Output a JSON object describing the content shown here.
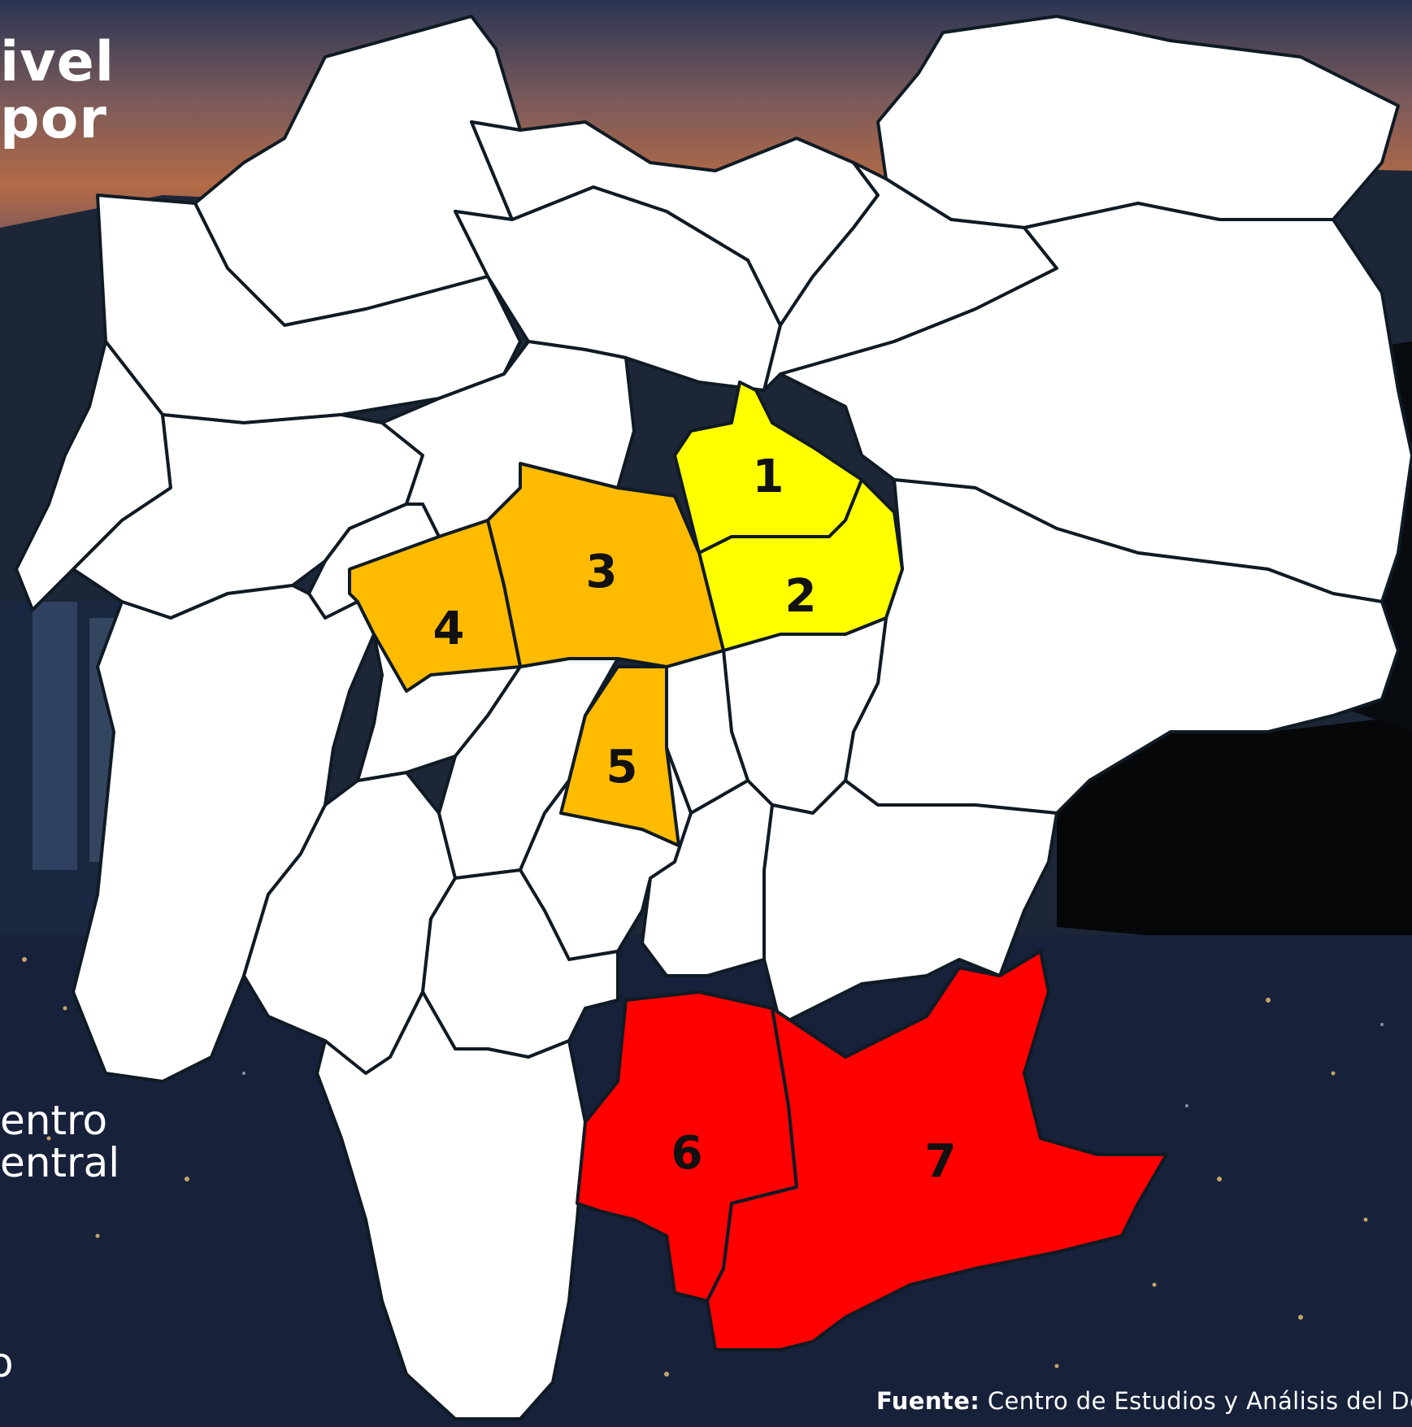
{
  "title_fragments": [
    "ivel",
    "por"
  ],
  "side_fragments": [
    "entro",
    "entral",
    "o"
  ],
  "source": {
    "label": "Fuente:",
    "text": "Centro de Estudios y Análisis del De"
  },
  "zone_labels": [
    "1",
    "2",
    "3",
    "4",
    "5",
    "6",
    "7"
  ],
  "colors": {
    "level_high": "#ff0000",
    "level_medium": "#ffbb00",
    "level_low": "#ffff00",
    "level_none": "#ffffff",
    "border": "#0f1b24"
  }
}
